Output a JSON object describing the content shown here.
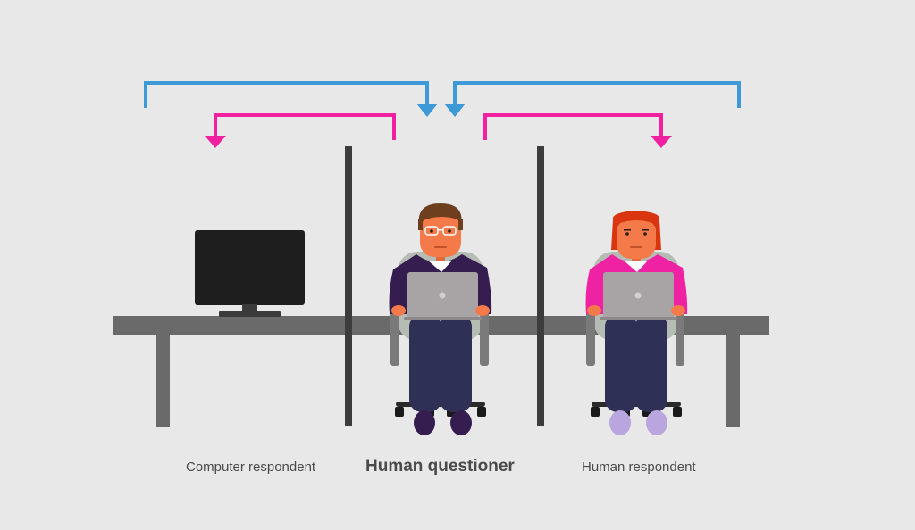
{
  "labels": {
    "computer_respondent": "Computer respondent",
    "human_questioner": "Human questioner",
    "human_respondent": "Human respondent"
  },
  "colors": {
    "background": "#e8e8e8",
    "blue_arrow": "#3d9ad6",
    "pink_arrow": "#f020a0",
    "desk": "#6a6a6a",
    "divider": "#3c3c3c",
    "monitor": "#1e1e1e",
    "questioner_jacket": "#361d4f",
    "respondent_jacket": "#ee22a3",
    "trousers": "#2f3055",
    "skin": "#f47a4a",
    "questioner_hair": "#6d3f1e",
    "respondent_hair": "#d9360f",
    "laptop": "#a8a4a6"
  },
  "icons": [
    "monitor-icon",
    "person-at-laptop-icon",
    "office-chair-icon",
    "arrow-down-icon"
  ]
}
